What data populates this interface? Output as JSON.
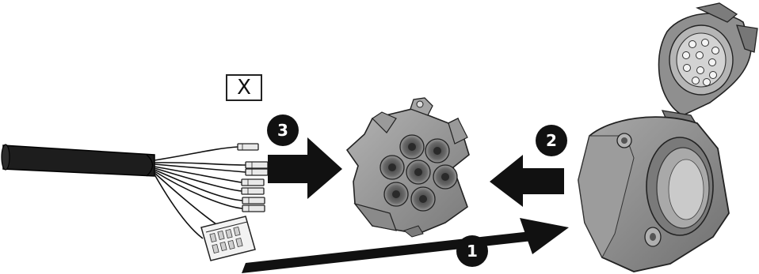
{
  "diagram": {
    "box_label": "X",
    "steps": [
      {
        "number": "1"
      },
      {
        "number": "2"
      },
      {
        "number": "3"
      }
    ],
    "colors": {
      "ink": "#111111",
      "part_gray": "#8c8c8c",
      "part_dark": "#5f5f5f",
      "part_light": "#c4c4c4",
      "background": "#ffffff"
    },
    "icons": [
      "cable-bundle",
      "wire-terminals",
      "connector-block",
      "connector-insert",
      "socket-housing",
      "arrow"
    ]
  }
}
